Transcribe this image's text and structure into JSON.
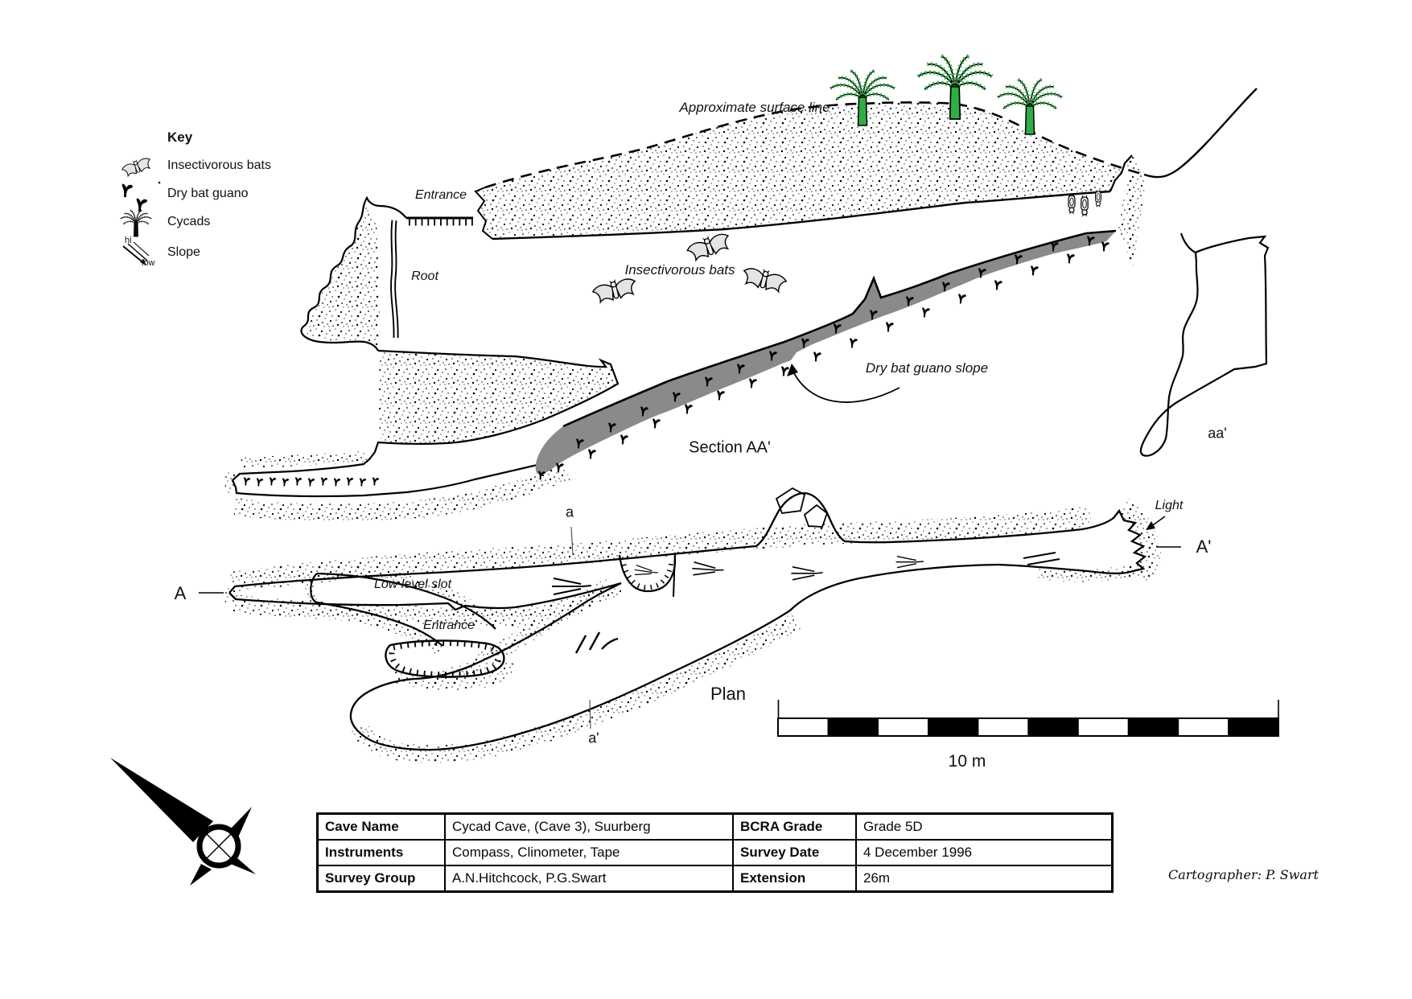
{
  "key": {
    "title": "Key",
    "items": [
      "Insectivorous bats",
      "Dry bat guano",
      "Cycads",
      "Slope"
    ],
    "slope_hi": "hi",
    "slope_low": "low"
  },
  "section": {
    "surface_line_label": "Approximate surface line",
    "entrance_label": "Entrance",
    "root_label": "Root",
    "bats_label": "Insectivorous bats",
    "guano_slope_label": "Dry bat guano slope",
    "title": "Section AA'",
    "aa_prime_label": "aa'"
  },
  "plan": {
    "title": "Plan",
    "marker_a": "a",
    "marker_a_prime": "a'",
    "marker_A": "A",
    "marker_A_prime": "A'",
    "low_level_slot_label": "Low level slot",
    "entrance_label": "Entrance",
    "light_label": "Light"
  },
  "scale_bar": {
    "label": "10 m"
  },
  "info_table": {
    "rows": [
      {
        "c": [
          "Cave Name",
          "Cycad Cave, (Cave 3), Suurberg",
          "BCRA Grade",
          "Grade 5D"
        ]
      },
      {
        "c": [
          "Instruments",
          "Compass, Clinometer, Tape",
          "Survey Date",
          "4 December 1996"
        ]
      },
      {
        "c": [
          "Survey Group",
          "A.N.Hitchcock, P.G.Swart",
          "Extension",
          "26m"
        ]
      }
    ]
  },
  "credit": "Cartographer: P. Swart",
  "colors": {
    "guano_slope_gray": "#8a8a8a",
    "cycad_green": "#2fae44",
    "ink": "#0a0a0a"
  }
}
